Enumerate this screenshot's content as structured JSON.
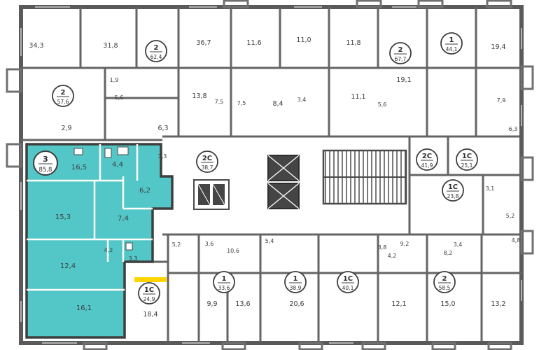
{
  "colors": {
    "highlight_teal": "#53c6c7",
    "highlight_yellow": "#ffd400",
    "wall_gray": "#646464"
  },
  "selected": {
    "number": "3",
    "area": "85,8",
    "rooms": [
      "16,5",
      "4,4",
      "6,2",
      "15,3",
      "7,4",
      "4,2",
      "3,3",
      "12,4",
      "16,1"
    ]
  },
  "badges": [
    {
      "num": "2",
      "area": "62,4"
    },
    {
      "num": "2",
      "area": "67,7"
    },
    {
      "num": "1",
      "area": "44,1"
    },
    {
      "num": "2",
      "area": "57,6"
    },
    {
      "num": "2С",
      "area": "38,7"
    },
    {
      "num": "2С",
      "area": "41,9"
    },
    {
      "num": "1С",
      "area": "25,1"
    },
    {
      "num": "1С",
      "area": "23,8"
    },
    {
      "num": "1С",
      "area": "24,9"
    },
    {
      "num": "1",
      "area": "33,6"
    },
    {
      "num": "1",
      "area": "38,9"
    },
    {
      "num": "1С",
      "area": "40,1"
    },
    {
      "num": "2",
      "area": "58,5"
    }
  ],
  "labels": [
    "34,3",
    "31,8",
    "36,7",
    "11,6",
    "11,0",
    "11,8",
    "19,4",
    "2,9",
    "1,9",
    "5,6",
    "6,3",
    "13,8",
    "7,5",
    "7,5",
    "8,4",
    "3,4",
    "11,1",
    "5,6",
    "19,1",
    "7,9",
    "6,3",
    "3,3",
    "3,1",
    "5,2",
    "5,2",
    "3,6",
    "10,6",
    "5,4",
    "3,8",
    "4,2",
    "9,2",
    "3,4",
    "8,2",
    "4,8",
    "18,4",
    "9,9",
    "13,6",
    "20,6",
    "12,1",
    "15,0",
    "13,2"
  ]
}
